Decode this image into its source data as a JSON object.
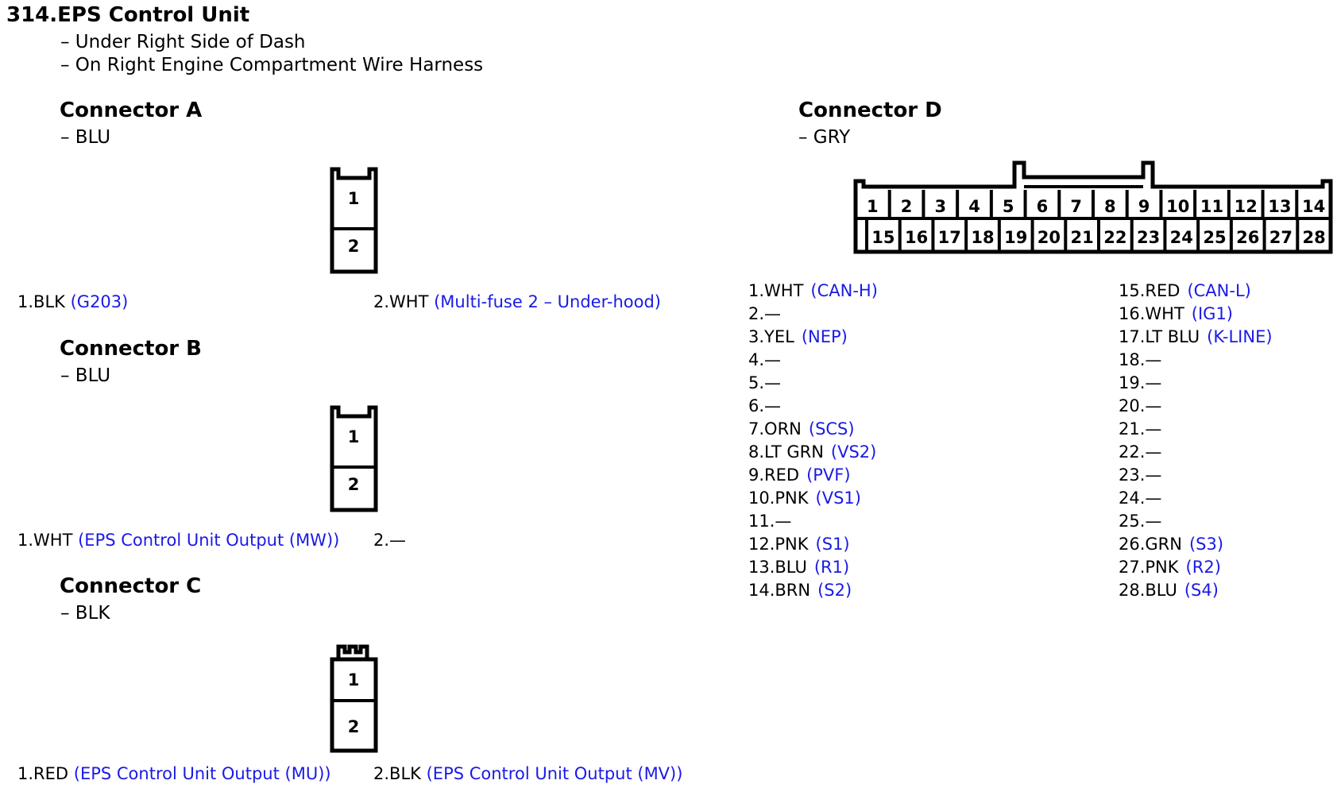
{
  "title": "314.EPS Control Unit",
  "locations": [
    "– Under Right Side of Dash",
    "– On Right Engine Compartment Wire Harness"
  ],
  "connectors": {
    "a": {
      "title": "Connector A",
      "color": "– BLU",
      "pins": [
        {
          "label": "1.BLK",
          "desc": "(G203)"
        },
        {
          "label": "2.WHT",
          "desc": "(Multi-fuse 2 – Under-hood)"
        }
      ]
    },
    "b": {
      "title": "Connector B",
      "color": "– BLU",
      "pins": [
        {
          "label": "1.WHT",
          "desc": "(EPS Control Unit Output (MW))"
        },
        {
          "label": "2.—",
          "desc": ""
        }
      ]
    },
    "c": {
      "title": "Connector C",
      "color": "– BLK",
      "pins": [
        {
          "label": "1.RED",
          "desc": "(EPS Control Unit Output (MU))"
        },
        {
          "label": "2.BLK",
          "desc": "(EPS Control Unit Output (MV))"
        }
      ]
    },
    "d": {
      "title": "Connector D",
      "color": "– GRY",
      "top_row_pins": [
        "1",
        "2",
        "3",
        "4",
        "5",
        "6",
        "7",
        "8",
        "9",
        "10",
        "11",
        "12",
        "13",
        "14"
      ],
      "bottom_row_pins": [
        "15",
        "16",
        "17",
        "18",
        "19",
        "20",
        "21",
        "22",
        "23",
        "24",
        "25",
        "26",
        "27",
        "28"
      ],
      "pins_left": [
        {
          "label": "1.WHT",
          "desc": "(CAN-H)"
        },
        {
          "label": "2.—",
          "desc": ""
        },
        {
          "label": "3.YEL",
          "desc": "(NEP)"
        },
        {
          "label": "4.—",
          "desc": ""
        },
        {
          "label": "5.—",
          "desc": ""
        },
        {
          "label": "6.—",
          "desc": ""
        },
        {
          "label": "7.ORN",
          "desc": "(SCS)"
        },
        {
          "label": "8.LT GRN",
          "desc": "(VS2)"
        },
        {
          "label": "9.RED",
          "desc": "(PVF)"
        },
        {
          "label": "10.PNK",
          "desc": "(VS1)"
        },
        {
          "label": "11.—",
          "desc": ""
        },
        {
          "label": "12.PNK",
          "desc": "(S1)"
        },
        {
          "label": "13.BLU",
          "desc": "(R1)"
        },
        {
          "label": "14.BRN",
          "desc": "(S2)"
        }
      ],
      "pins_right": [
        {
          "label": "15.RED",
          "desc": "(CAN-L)"
        },
        {
          "label": "16.WHT",
          "desc": "(IG1)"
        },
        {
          "label": "17.LT BLU",
          "desc": "(K-LINE)"
        },
        {
          "label": "18.—",
          "desc": ""
        },
        {
          "label": "19.—",
          "desc": ""
        },
        {
          "label": "20.—",
          "desc": ""
        },
        {
          "label": "21.—",
          "desc": ""
        },
        {
          "label": "22.—",
          "desc": ""
        },
        {
          "label": "23.—",
          "desc": ""
        },
        {
          "label": "24.—",
          "desc": ""
        },
        {
          "label": "25.—",
          "desc": ""
        },
        {
          "label": "26.GRN",
          "desc": "(S3)"
        },
        {
          "label": "27.PNK",
          "desc": "(R2)"
        },
        {
          "label": "28.BLU",
          "desc": "(S4)"
        }
      ]
    }
  },
  "colors": {
    "text": "#000000",
    "link": "#1a1ae6"
  }
}
